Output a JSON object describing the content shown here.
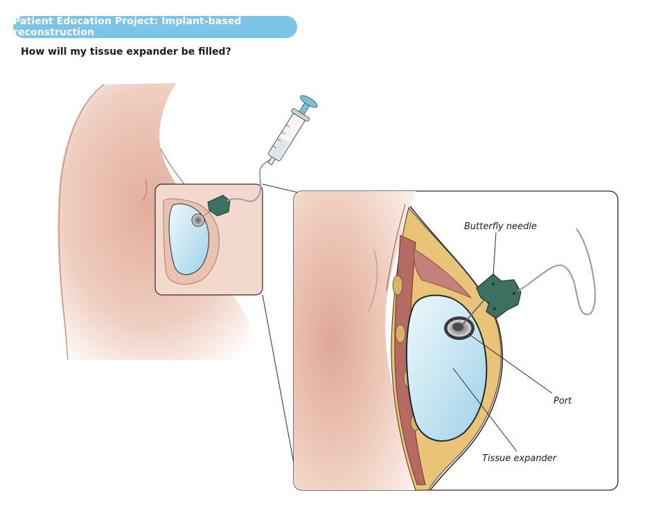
{
  "header": {
    "project_title": "Patient Education Project: Implant-based reconstruction",
    "question": "How will my tissue expander be filled?"
  },
  "labels": {
    "butterfly_needle": "Butterfly needle",
    "port": "Port",
    "tissue_expander": "Tissue expander"
  },
  "colors": {
    "pill": "#7cc4e8",
    "skin": "#e8bfae",
    "skin_shadow": "#cf9886",
    "expander": "#cfe9f4",
    "needle": "#3d7060",
    "fat": "#e8c378",
    "muscle": "#b56a62"
  }
}
